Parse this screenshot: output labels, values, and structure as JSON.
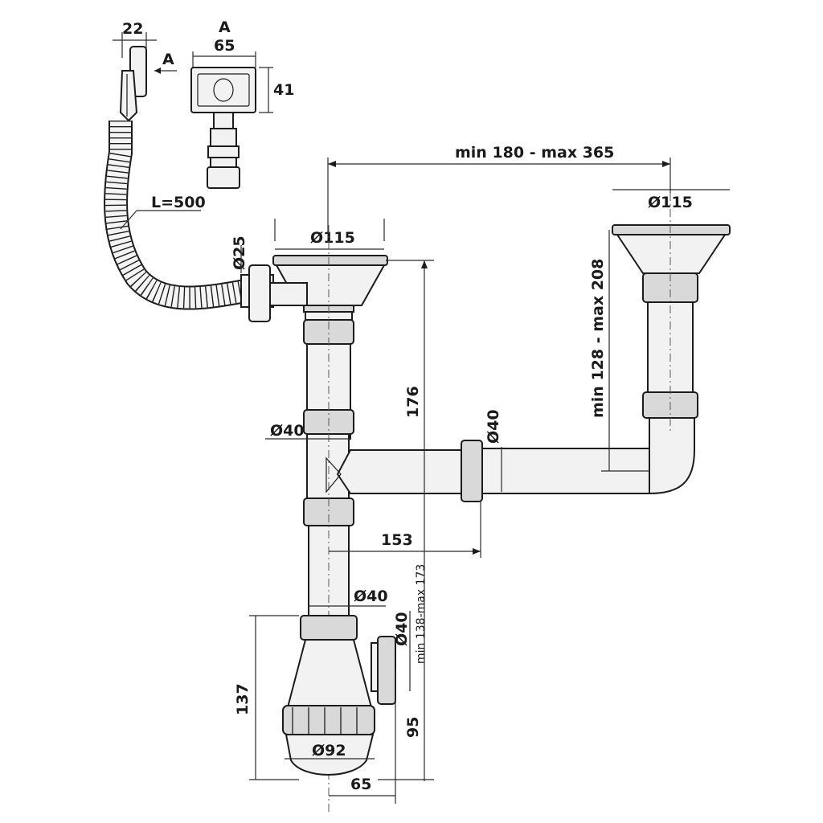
{
  "dimensions": {
    "clip_width": "22",
    "view_a": "A",
    "arrow_a": "A",
    "plug_width": "65",
    "plug_height": "41",
    "hose_length": "L=500",
    "overflow_dia": "Ø25",
    "left_bowl_dia": "Ø115",
    "right_bowl_dia": "Ø115",
    "span": "min 180 - max 365",
    "right_height": "min 128 - max 208",
    "height_176": "176",
    "tee_dia": "Ø40",
    "branch_dia": "Ø40",
    "offset_153": "153",
    "lower_pipe_dia": "Ø40",
    "outlet_dia": "Ø40",
    "trap_adjust": "min 138-max 173",
    "trap_height": "137",
    "outlet_height": "95",
    "bottle_dia": "Ø92",
    "bottle_offset": "65"
  }
}
